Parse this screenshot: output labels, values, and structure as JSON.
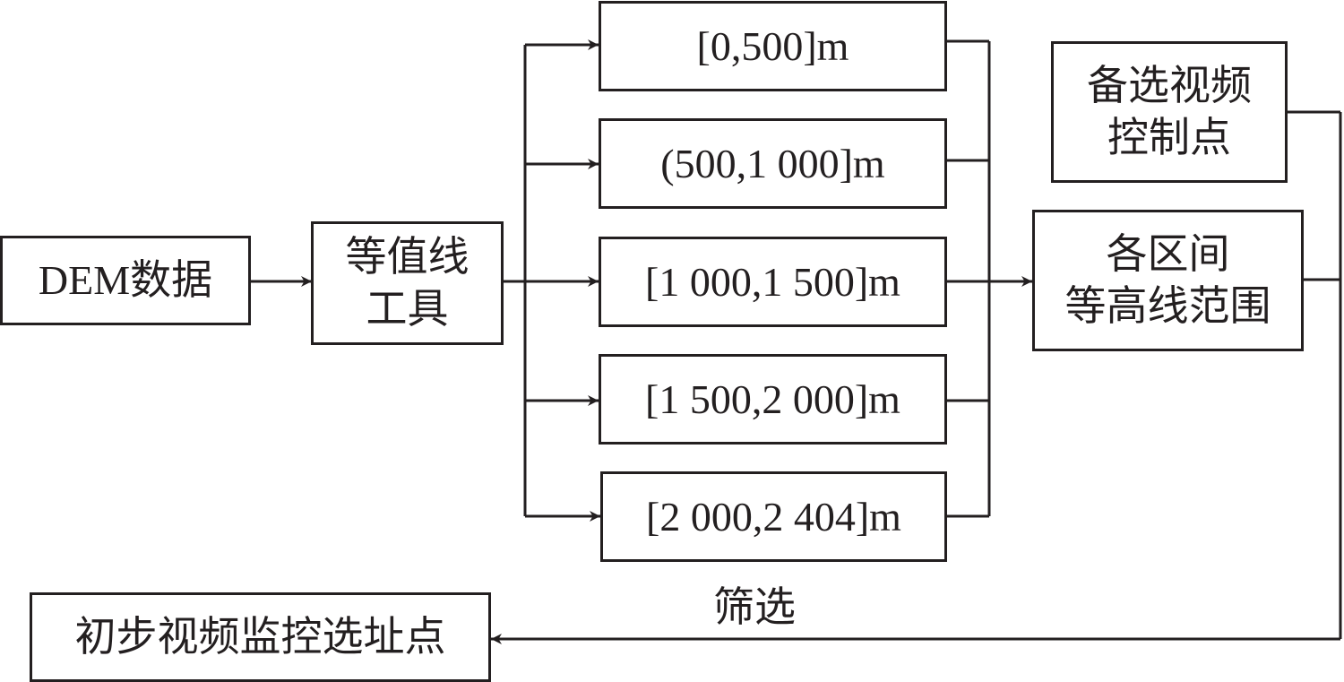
{
  "nodes": {
    "dem": "DEM数据",
    "tool_line1": "等值线",
    "tool_line2": "工具",
    "range_1": "[0,500]m",
    "range_2": "(500,1 000]m",
    "range_3": "[1 000,1 500]m",
    "range_4": "[1 500,2 000]m",
    "range_5": "[2 000,2 404]m",
    "candidate_line1": "备选视频",
    "candidate_line2": "控制点",
    "contour_line1": "各区间",
    "contour_line2": "等高线范围",
    "result": "初步视频监控选址点"
  },
  "edge_labels": {
    "filter": "筛选"
  },
  "colors": {
    "stroke": "#231f20",
    "background": "#ffffff"
  }
}
